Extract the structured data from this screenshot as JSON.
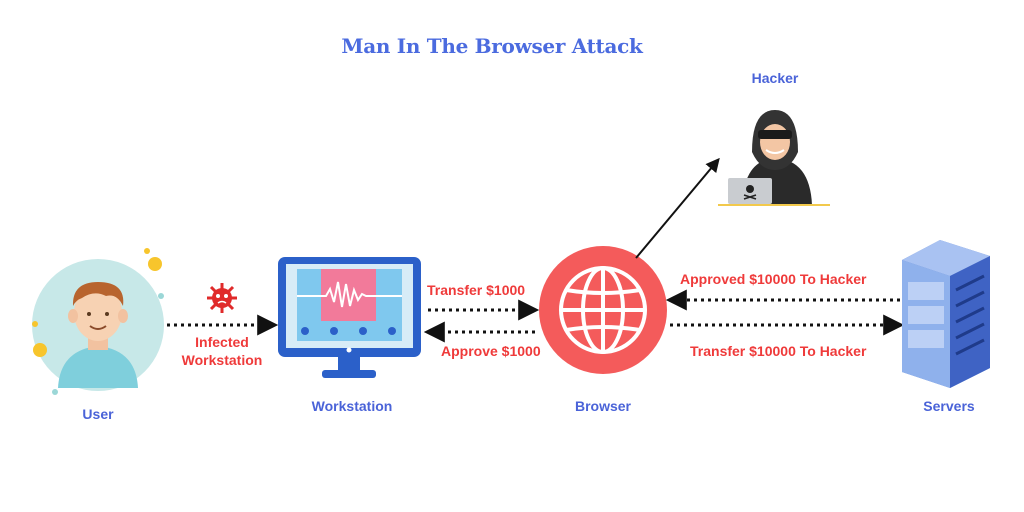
{
  "title": "Man In The Browser Attack",
  "nodes": {
    "user": "User",
    "workstation": "Workstation",
    "browser": "Browser",
    "servers": "Servers",
    "hacker": "Hacker"
  },
  "edges": {
    "infected_line1": "Infected",
    "infected_line2": "Workstation",
    "transfer_1000": "Transfer $1000",
    "approve_1000": "Approve $1000",
    "approved_10000": "Approved $10000 To Hacker",
    "transfer_10000": "Transfer $10000 To Hacker"
  },
  "colors": {
    "title": "#4b6bdf",
    "node_label": "#4a63d8",
    "edge_label": "#ef3a3a",
    "browser_circle": "#f45b5b"
  },
  "icons": [
    "user-avatar-icon",
    "virus-icon",
    "monitor-icon",
    "globe-icon",
    "hacker-icon",
    "server-rack-icon"
  ]
}
